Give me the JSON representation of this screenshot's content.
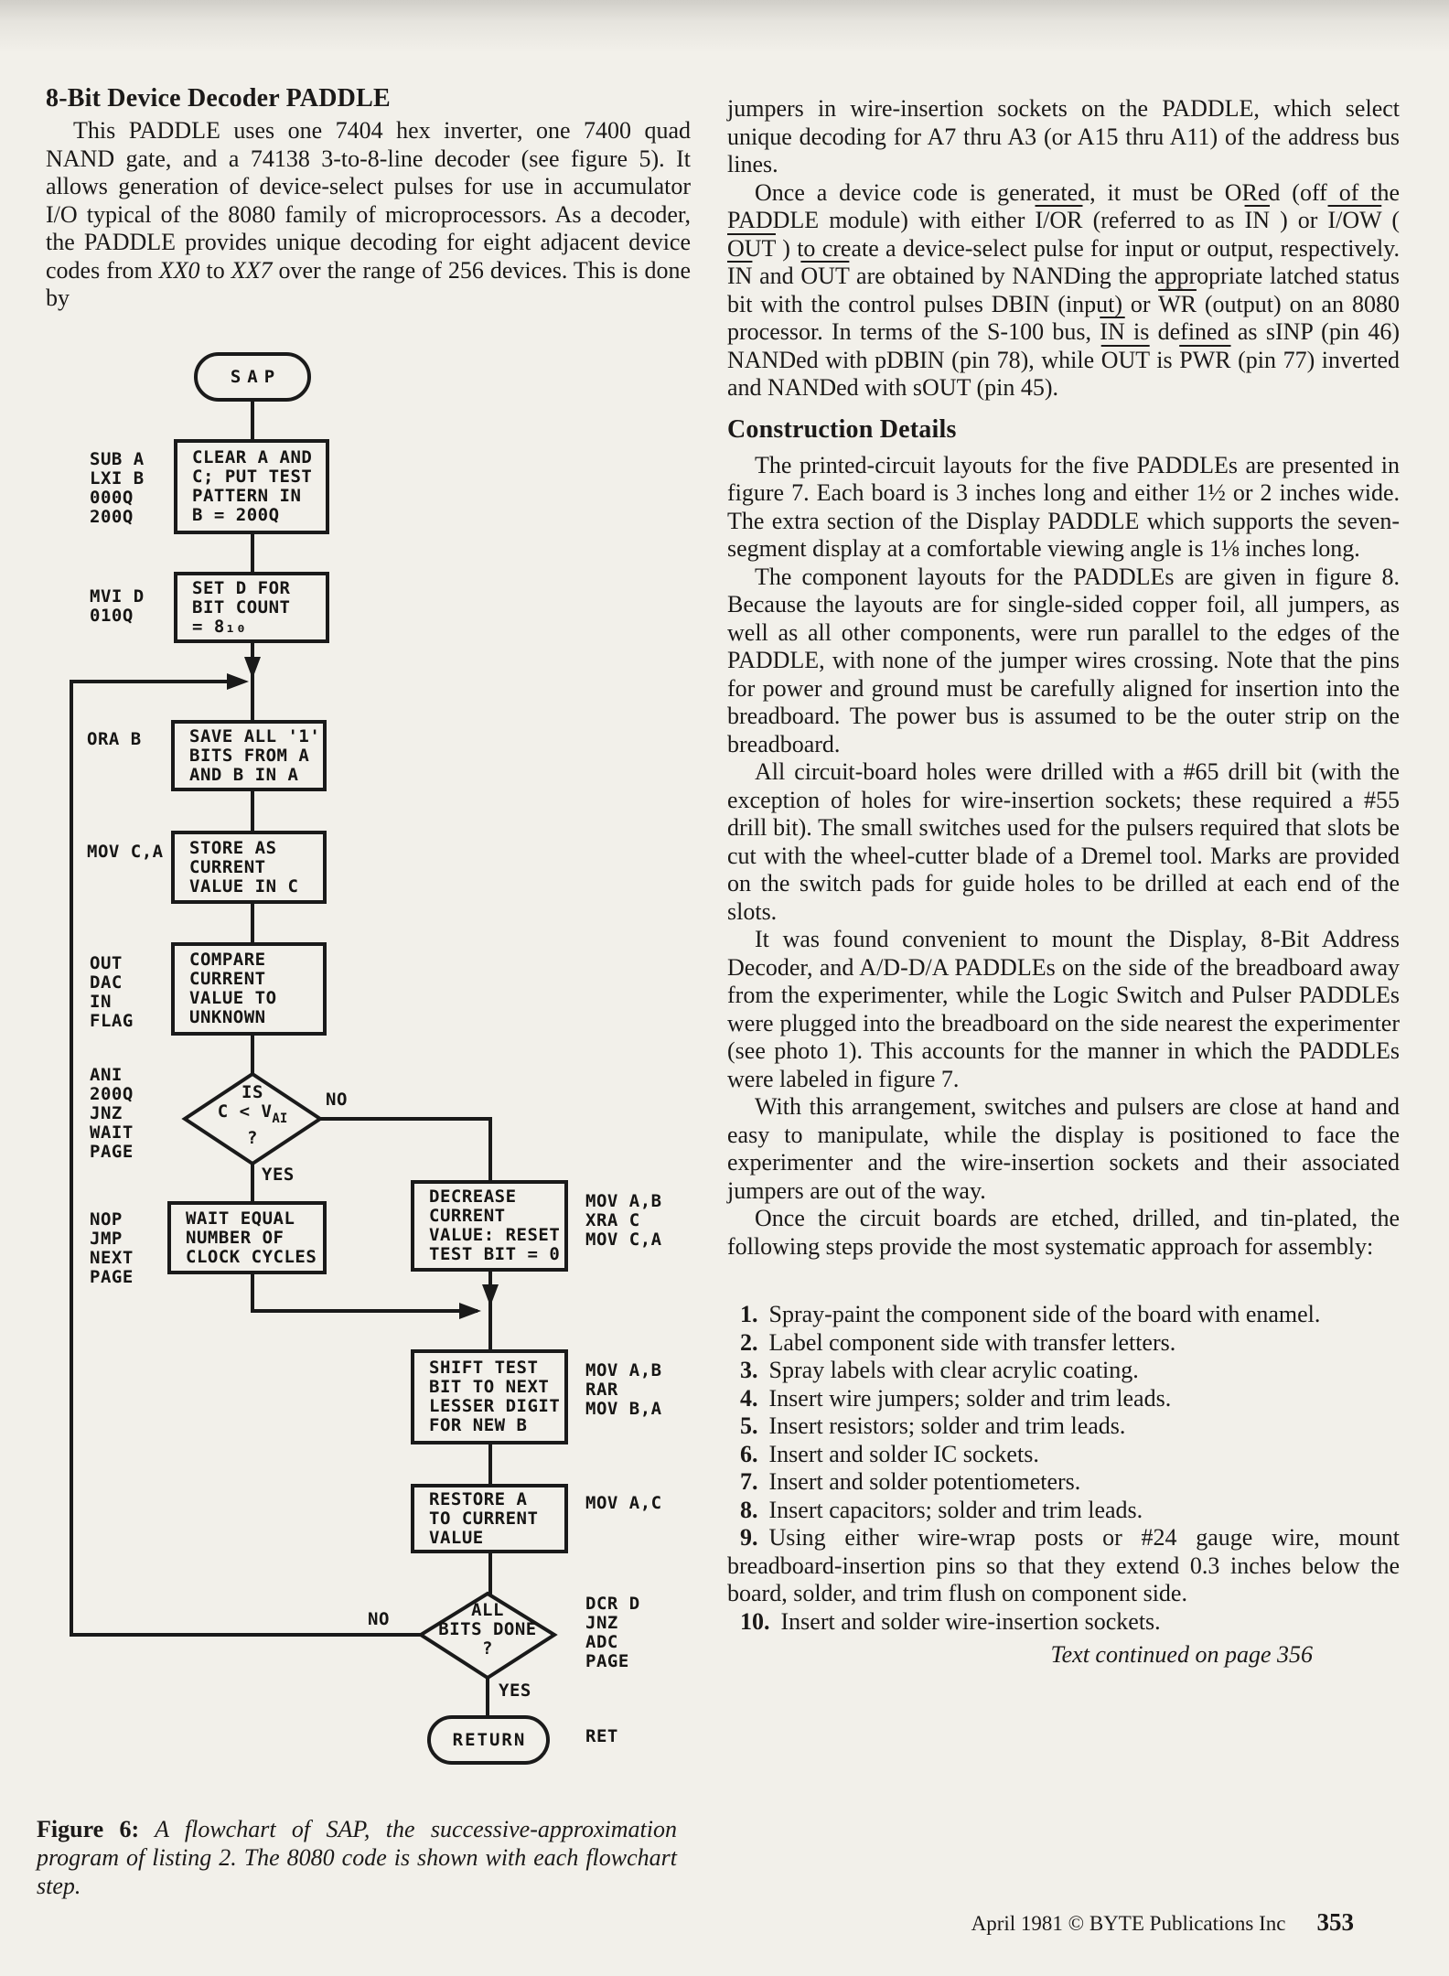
{
  "left_column": {
    "heading": "8-Bit Device Decoder PADDLE",
    "intro": "This PADDLE uses one 7404 hex inverter, one 7400 quad NAND gate, and a 74138 3-to-8-line decoder (see figure 5). It allows generation of device-select pulses for use in accumulator I/O typical of the 8080 family of microprocessors. As a decoder, the PADDLE provides unique decoding for eight adjacent device codes from {{XX0}} to {{XX7}} over the range of 256 devices. This is done by"
  },
  "right_column": {
    "paragraphs": [
      {
        "text": "jumpers in wire-insertion sockets on the PADDLE, which select unique decoding for A7 thru A3 (or A15 thru A11) of the address bus lines."
      },
      {
        "text": "Once a device code is generated, it must be ORed (off of the PADDLE module) with either [[I/OR]] (referred to as [[IN]] ) or [[I/OW]] ( [[OUT]] ) to create a device-select pulse for input or output, respectively. [[IN]] and [[OUT]] are obtained by NANDing the appropriate latched status bit with the control pulses DBIN (input) or [[WR]] (output) on an 8080 processor. In terms of the S-100 bus, [[IN]] is defined as sINP (pin 46) NANDed with pDBIN (pin 78), while [[OUT]] is [[PWR]] (pin 77) inverted and NANDed with sOUT (pin 45)."
      }
    ],
    "construction_heading": "Construction Details",
    "construction_paragraphs": [
      {
        "text": "The printed-circuit layouts for the five PADDLEs are presented in figure 7. Each board is 3 inches long and either 1½ or 2 inches wide. The extra section of the Display PADDLE which supports the seven-segment display at a comfortable viewing angle is 1⅛ inches long."
      },
      {
        "text": "The component layouts for the PADDLEs are given in figure 8. Because the layouts are for single-sided copper foil, all jumpers, as well as all other components, were run parallel to the edges of the PADDLE, with none of the jumper wires crossing. Note that the pins for power and ground must be carefully aligned for insertion into the breadboard. The power bus is assumed to be the outer strip on the breadboard."
      },
      {
        "text": "All circuit-board holes were drilled with a #65 drill bit (with the exception of holes for wire-insertion sockets; these required a #55 drill bit). The small switches used for the pulsers required that slots be cut with the wheel-cutter blade of a Dremel tool. Marks are provided on the switch pads for guide holes to be drilled at each end of the slots."
      },
      {
        "text": "It was found convenient to mount the Display, 8-Bit Address Decoder, and A/D-D/A PADDLEs on the side of the breadboard away from the experimenter, while the Logic Switch and Pulser PADDLEs were plugged into the breadboard on the side nearest the experimenter (see photo 1). This accounts for the manner in which the PADDLEs were labeled in figure 7."
      },
      {
        "text": "With this arrangement, switches and pulsers are close at hand and easy to manipulate, while the display is positioned to face the experimenter and the wire-insertion sockets and their associated jumpers are out of the way."
      },
      {
        "text": "Once the circuit boards are etched, drilled, and tin-plated, the following steps provide the most systematic approach for assembly:"
      }
    ],
    "assembly_steps": [
      {
        "num": "1.",
        "text": "Spray-paint the component side of the board with enamel."
      },
      {
        "num": "2.",
        "text": "Label component side with transfer letters."
      },
      {
        "num": "3.",
        "text": "Spray labels with clear acrylic coating."
      },
      {
        "num": "4.",
        "text": "Insert wire jumpers; solder and trim leads."
      },
      {
        "num": "5.",
        "text": "Insert resistors; solder and trim leads."
      },
      {
        "num": "6.",
        "text": "Insert and solder IC sockets."
      },
      {
        "num": "7.",
        "text": "Insert and solder potentiometers."
      },
      {
        "num": "8.",
        "text": "Insert capacitors; solder and trim leads."
      },
      {
        "num": "9.",
        "text": "Using either wire-wrap posts or #24 gauge wire, mount breadboard-insertion pins so that they extend 0.3 inches below the board, solder, and trim flush on component side."
      },
      {
        "num": "10.",
        "text": "Insert and solder wire-insertion sockets."
      }
    ],
    "continued_note": "Text continued on page 356"
  },
  "figure": {
    "caption_label": "Figure 6:",
    "caption_text": " A flowchart of SAP, the successive-approximation program of listing 2. The 8080 code is shown with each flowchart step."
  },
  "flowchart": {
    "terminal_start": "SAP",
    "terminal_end": "RETURN",
    "boxes": {
      "clear": [
        "CLEAR A AND",
        "C; PUT TEST",
        "PATTERN IN",
        "B = 200Q"
      ],
      "setd": [
        "SET D FOR",
        "BIT COUNT",
        "= 8₁₀"
      ],
      "save": [
        "SAVE ALL '1'",
        "BITS FROM A",
        "AND B IN A"
      ],
      "store": [
        "STORE AS",
        "CURRENT",
        "VALUE IN C"
      ],
      "compare": [
        "COMPARE",
        "CURRENT",
        "VALUE TO",
        "UNKNOWN"
      ],
      "wait": [
        "WAIT EQUAL",
        "NUMBER OF",
        "CLOCK CYCLES"
      ],
      "decrease": [
        "DECREASE",
        "CURRENT",
        "VALUE: RESET",
        "TEST BIT = 0"
      ],
      "shift": [
        "SHIFT TEST",
        "BIT TO NEXT",
        "LESSER DIGIT",
        "FOR NEW B"
      ],
      "restore": [
        "RESTORE A",
        "TO CURRENT",
        "VALUE"
      ]
    },
    "decision1": {
      "l1": "IS",
      "l2a": "C < V",
      "l2sub": "AI",
      "l3": "?"
    },
    "decision2": {
      "l1": "ALL",
      "l2": "BITS DONE",
      "l3": "?"
    },
    "code_labels": {
      "c1": "SUB A\nLXI B\n000Q\n200Q",
      "c2": "MVI D\n010Q",
      "c3": "ORA B",
      "c4": "MOV C,A",
      "c5": "OUT\nDAC\nIN\nFLAG",
      "c6": "ANI\n200Q\nJNZ\nWAIT\nPAGE",
      "c7": "NOP\nJMP\nNEXT\nPAGE",
      "c8": "MOV A,B\nXRA C\nMOV C,A",
      "c9": "MOV A,B\nRAR\nMOV B,A",
      "c10": "MOV A,C",
      "c11": "DCR D\nJNZ\nADC\nPAGE",
      "c12": "RET"
    },
    "edge_labels": {
      "no1": "NO",
      "yes1": "YES",
      "no2": "NO",
      "yes2": "YES"
    }
  },
  "footer": {
    "credit": "April 1981 © BYTE Publications Inc",
    "page_number": "353"
  },
  "colors": {
    "ink": "#1b1918",
    "paper": "#f2f0ea"
  }
}
